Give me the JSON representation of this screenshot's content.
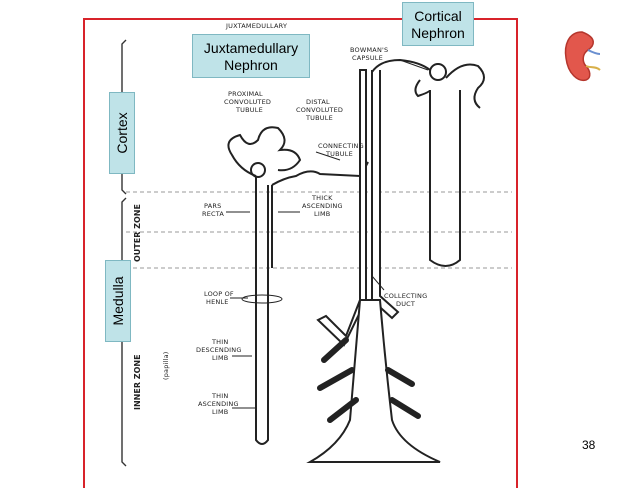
{
  "labels": {
    "juxtamedullary": [
      "Juxtamedullary",
      "Nephron"
    ],
    "cortical": [
      "Cortical",
      "Nephron"
    ],
    "cortex": "Cortex",
    "medulla": "Medulla"
  },
  "page_number": "38",
  "diagram_text": {
    "title": "JUXTAMEDULLARY",
    "bowmans_capsule": [
      "BOWMAN'S",
      "CAPSULE"
    ],
    "proximal_tubule": [
      "PROXIMAL",
      "CONVOLUTED",
      "TUBULE"
    ],
    "distal_tubule": [
      "DISTAL",
      "CONVOLUTED",
      "TUBULE"
    ],
    "connecting_tubule": [
      "CONNECTING",
      "TUBULE"
    ],
    "pars_recta": [
      "PARS",
      "RECTA"
    ],
    "thick_ascending": [
      "THICK",
      "ASCENDING",
      "LIMB"
    ],
    "outer_zone": "OUTER ZONE",
    "inner_zone": "INNER ZONE",
    "papilla": "(papilla)",
    "loop_of_henle": [
      "LOOP OF",
      "HENLE"
    ],
    "collecting_duct": [
      "COLLECTING",
      "DUCT"
    ],
    "thin_descending": [
      "THIN",
      "DESCENDING",
      "LIMB"
    ],
    "thin_ascending": [
      "THIN",
      "ASCENDING",
      "LIMB"
    ]
  },
  "colors": {
    "frame": "#d8232a",
    "label_fill": "#bfe3e8",
    "kidney": "#e2574c"
  }
}
